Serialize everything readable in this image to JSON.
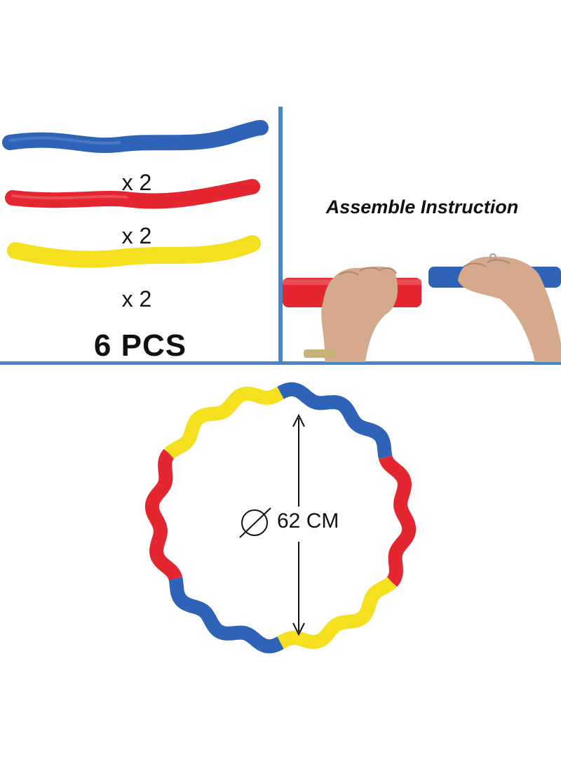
{
  "pieces": [
    {
      "color_name": "blue",
      "color": "#2f63b7",
      "quantity": "x 2"
    },
    {
      "color_name": "red",
      "color": "#e3262f",
      "quantity": "x 2"
    },
    {
      "color_name": "yellow",
      "color": "#f5e020",
      "quantity": "x 2"
    }
  ],
  "total_label": "6 PCS",
  "assemble_title": "Assemble Instruction",
  "hoop": {
    "diameter_label": "62 CM",
    "segment_colors": [
      "#2f63b7",
      "#e3262f",
      "#f5e020"
    ]
  },
  "colors": {
    "divider": "#4a86c5",
    "skin": "#d4a98c"
  }
}
